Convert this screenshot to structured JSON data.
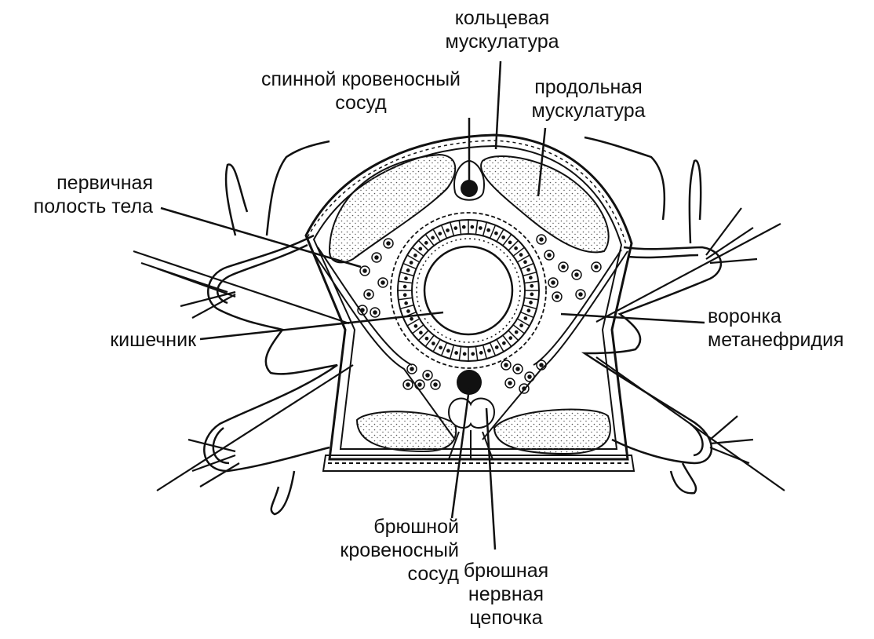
{
  "colors": {
    "ink": "#111111",
    "background": "#ffffff",
    "stipple": "#555555"
  },
  "labels": {
    "circular_muscles": [
      "кольцевая",
      "мускулатура"
    ],
    "dorsal_vessel": [
      "спинной кровеносный",
      "сосуд"
    ],
    "longitudinal_muscles": [
      "продольная",
      "мускулатура"
    ],
    "primary_cavity": [
      "первичная",
      "полость тела"
    ],
    "intestine": [
      "кишечник"
    ],
    "nephridium_funnel": [
      "воронка",
      "метанефридия"
    ],
    "ventral_vessel": [
      "брюшной",
      "кровеносный",
      "сосуд"
    ],
    "nerve_cord": [
      "брюшная",
      "нервная",
      "цепочка"
    ]
  }
}
